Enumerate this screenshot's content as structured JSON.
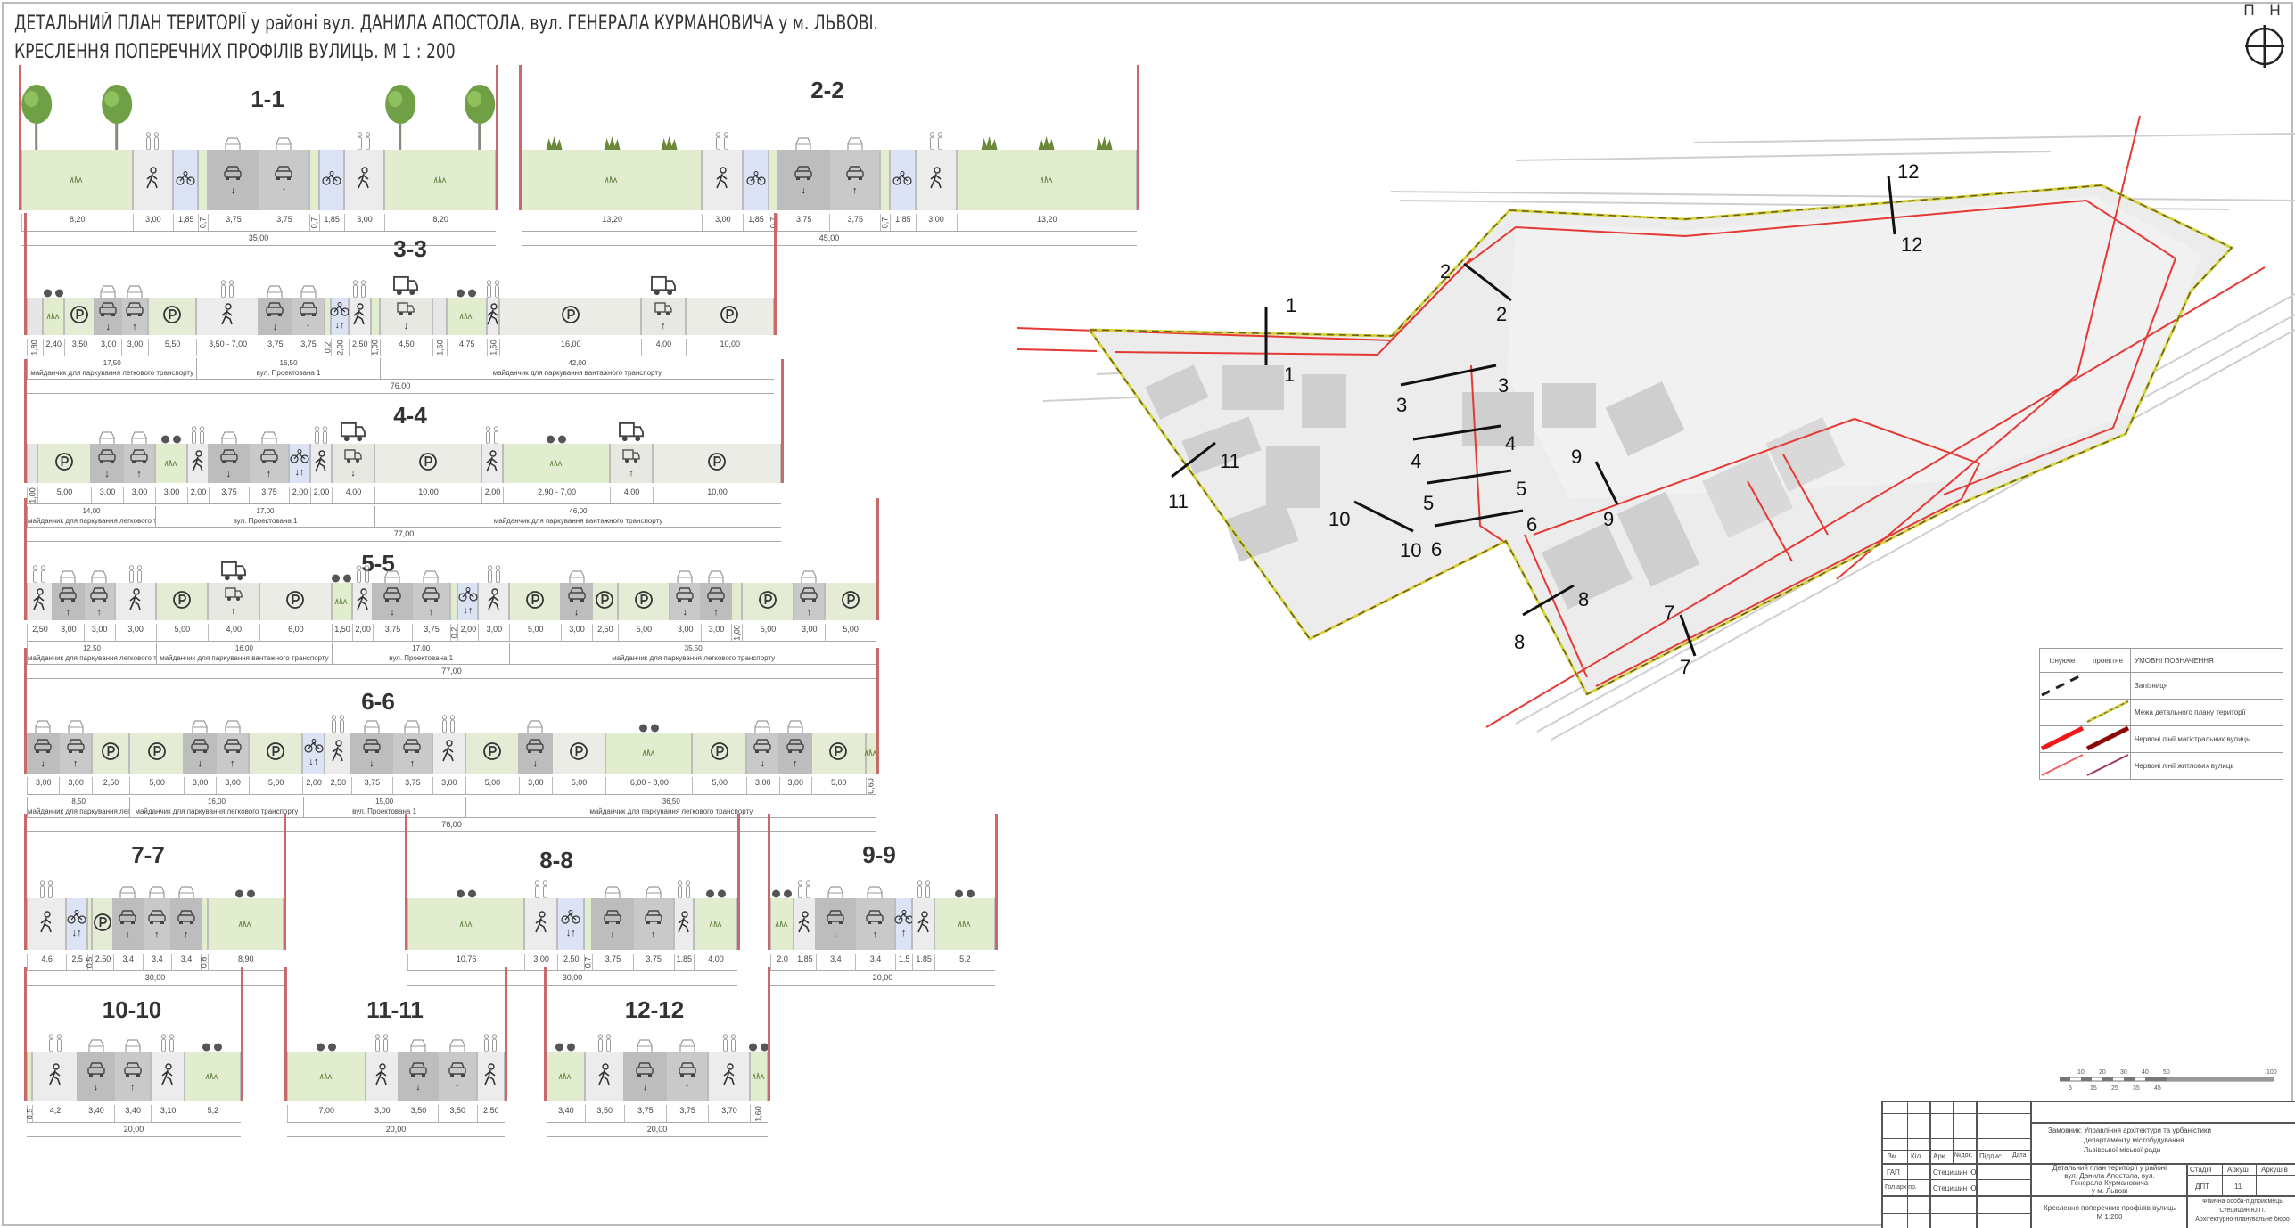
{
  "header": {
    "title_line1": "ДЕТАЛЬНИЙ ПЛАН ТЕРИТОРІЇ у районі вул. ДАНИЛА АПОСТОЛА, вул. ГЕНЕРАЛА КУРМАНОВИЧА у м. ЛЬВОВІ.",
    "title_line2": "КРЕСЛЕННЯ ПОПЕРЕЧНИХ ПРОФІЛІВ ВУЛИЦЬ. М 1 : 200",
    "north_label": "П Н"
  },
  "colors": {
    "green": "#e2edcf",
    "walk": "#ececec",
    "bike": "#dbe3f4",
    "car": "#bdbdbd",
    "red_line": "#e53935",
    "boundary": "#d4d43a"
  },
  "profiles": [
    {
      "title": "1-1",
      "total": "35,00",
      "decor": "trees",
      "segments": [
        {
          "type": "green",
          "w": 8.2,
          "label": "8,20"
        },
        {
          "type": "walk",
          "w": 3,
          "label": "3,00"
        },
        {
          "type": "bike",
          "w": 1.85,
          "label": "1,85"
        },
        {
          "type": "buf",
          "w": 0.7,
          "label": "0,7"
        },
        {
          "type": "car",
          "w": 3.75,
          "label": "3,75",
          "dir": "down"
        },
        {
          "type": "car",
          "w": 3.75,
          "label": "3,75",
          "dir": "up"
        },
        {
          "type": "buf",
          "w": 0.7,
          "label": "0,7"
        },
        {
          "type": "bike",
          "w": 1.85,
          "label": "1,85"
        },
        {
          "type": "walk",
          "w": 3,
          "label": "3,00"
        },
        {
          "type": "green",
          "w": 8.2,
          "label": "8,20"
        }
      ]
    },
    {
      "title": "2-2",
      "total": "45,00",
      "decor": "shrubs",
      "segments": [
        {
          "type": "green",
          "w": 13.2,
          "label": "13,20"
        },
        {
          "type": "walk",
          "w": 3,
          "label": "3,00"
        },
        {
          "type": "bike",
          "w": 1.85,
          "label": "1,85"
        },
        {
          "type": "buf",
          "w": 0.7,
          "label": "0,7"
        },
        {
          "type": "car",
          "w": 3.75,
          "label": "3,75",
          "dir": "down"
        },
        {
          "type": "car",
          "w": 3.75,
          "label": "3,75",
          "dir": "up"
        },
        {
          "type": "buf",
          "w": 0.7,
          "label": "0,7"
        },
        {
          "type": "bike",
          "w": 1.85,
          "label": "1,85"
        },
        {
          "type": "walk",
          "w": 3,
          "label": "3,00"
        },
        {
          "type": "green",
          "w": 13.2,
          "label": "13,20"
        }
      ]
    },
    {
      "title": "3-3",
      "total": "76,00",
      "segments": [
        {
          "type": "gray",
          "w": 1.8,
          "label": "1,80"
        },
        {
          "type": "green",
          "w": 2.4,
          "label": "2,40"
        },
        {
          "type": "park",
          "w": 3.5,
          "label": "3,50"
        },
        {
          "type": "car",
          "w": 3,
          "label": "3,00",
          "dir": "down"
        },
        {
          "type": "car",
          "w": 3,
          "label": "3,00",
          "dir": "up"
        },
        {
          "type": "park",
          "w": 5.5,
          "label": "5,50"
        },
        {
          "type": "walk",
          "w": 7,
          "label": "3,50 - 7,00"
        },
        {
          "type": "car",
          "w": 3.75,
          "label": "3,75",
          "dir": "down"
        },
        {
          "type": "car",
          "w": 3.75,
          "label": "3,75",
          "dir": "up"
        },
        {
          "type": "buf",
          "w": 0.7,
          "label": "0,2"
        },
        {
          "type": "bike",
          "w": 2,
          "label": "2,00",
          "dir": "both"
        },
        {
          "type": "walk",
          "w": 2.5,
          "label": "2,50"
        },
        {
          "type": "buf",
          "w": 1,
          "label": "1,00"
        },
        {
          "type": "truck",
          "w": 6,
          "label": "4,50",
          "dir": "down"
        },
        {
          "type": "gray",
          "w": 1.6,
          "label": "1,60"
        },
        {
          "type": "green",
          "w": 4.5,
          "label": "4,75"
        },
        {
          "type": "walk",
          "w": 1.5,
          "label": "1,50"
        },
        {
          "type": "parkg",
          "w": 16,
          "label": "16,00"
        },
        {
          "type": "truck",
          "w": 5,
          "label": "4,00",
          "dir": "up"
        },
        {
          "type": "parkg",
          "w": 10,
          "label": "10,00"
        }
      ],
      "groups": [
        {
          "span": 6,
          "value": "17,50",
          "caption": "майданчик для паркування легкового транспорту"
        },
        {
          "span": 7,
          "value": "16,50",
          "caption": "вул. Проектована 1"
        },
        {
          "span": 7,
          "value": "42,00",
          "caption": "майданчик для паркування вантажного транспорту"
        }
      ]
    },
    {
      "title": "4-4",
      "total": "77,00",
      "segments": [
        {
          "type": "gray",
          "w": 1,
          "label": "1,00"
        },
        {
          "type": "park",
          "w": 5,
          "label": "5,00"
        },
        {
          "type": "car",
          "w": 3,
          "label": "3,00",
          "dir": "down"
        },
        {
          "type": "car",
          "w": 3,
          "label": "3,00",
          "dir": "up"
        },
        {
          "type": "green",
          "w": 3,
          "label": "3,00"
        },
        {
          "type": "walk",
          "w": 2,
          "label": "2,00"
        },
        {
          "type": "car",
          "w": 3.75,
          "label": "3,75",
          "dir": "down"
        },
        {
          "type": "car",
          "w": 3.75,
          "label": "3,75",
          "dir": "up"
        },
        {
          "type": "bike",
          "w": 2,
          "label": "2,00",
          "dir": "both"
        },
        {
          "type": "walk",
          "w": 2,
          "label": "2,00"
        },
        {
          "type": "truck",
          "w": 4,
          "label": "4,00",
          "dir": "down"
        },
        {
          "type": "parkg",
          "w": 10,
          "label": "10,00"
        },
        {
          "type": "walk",
          "w": 2,
          "label": "2,00"
        },
        {
          "type": "green",
          "w": 10,
          "label": "2,90 - 7,00"
        },
        {
          "type": "truck",
          "w": 4,
          "label": "4,00",
          "dir": "up"
        },
        {
          "type": "parkg",
          "w": 12,
          "label": "10,00"
        }
      ],
      "groups": [
        {
          "span": 4,
          "value": "14,00",
          "caption": "майданчик для паркування легкового транспорту"
        },
        {
          "span": 7,
          "value": "17,00",
          "caption": "вул. Проектована 1"
        },
        {
          "span": 5,
          "value": "46,00",
          "caption": "майданчик для паркування вантажного транспорту"
        }
      ]
    },
    {
      "title": "5-5",
      "total": "77,00",
      "segments": [
        {
          "type": "walk",
          "w": 2.5,
          "label": "2,50"
        },
        {
          "type": "car",
          "w": 3,
          "label": "3,00",
          "dir": "up"
        },
        {
          "type": "car",
          "w": 3,
          "label": "3,00",
          "dir": "up"
        },
        {
          "type": "walk",
          "w": 4,
          "label": "3,00"
        },
        {
          "type": "park",
          "w": 5,
          "label": "5,00"
        },
        {
          "type": "truck",
          "w": 5,
          "label": "4,00",
          "dir": "up"
        },
        {
          "type": "parkg",
          "w": 7,
          "label": "6,00"
        },
        {
          "type": "green",
          "w": 2,
          "label": "1,50"
        },
        {
          "type": "walk",
          "w": 2,
          "label": "2,00"
        },
        {
          "type": "car",
          "w": 3.75,
          "label": "3,75",
          "dir": "down"
        },
        {
          "type": "car",
          "w": 3.75,
          "label": "3,75",
          "dir": "up"
        },
        {
          "type": "buf",
          "w": 0.7,
          "label": "0,2"
        },
        {
          "type": "bike",
          "w": 2,
          "label": "2,00",
          "dir": "both"
        },
        {
          "type": "walk",
          "w": 3,
          "label": "3,00"
        },
        {
          "type": "park",
          "w": 5,
          "label": "5,00"
        },
        {
          "type": "car",
          "w": 3,
          "label": "3,00",
          "dir": "down"
        },
        {
          "type": "park",
          "w": 2.5,
          "label": "2,50"
        },
        {
          "type": "park",
          "w": 5,
          "label": "5,00"
        },
        {
          "type": "car",
          "w": 3,
          "label": "3,00",
          "dir": "down"
        },
        {
          "type": "car",
          "w": 3,
          "label": "3,00",
          "dir": "up"
        },
        {
          "type": "green",
          "w": 1,
          "label": "1,00"
        },
        {
          "type": "park",
          "w": 5,
          "label": "5,00"
        },
        {
          "type": "car",
          "w": 3,
          "label": "3,00",
          "dir": "up"
        },
        {
          "type": "park",
          "w": 5,
          "label": "5,00"
        }
      ],
      "groups": [
        {
          "span": 4,
          "value": "12,50",
          "caption": "майданчик для паркування легкового транспорту"
        },
        {
          "span": 3,
          "value": "16,00",
          "caption": "майданчик для паркування вантажного транспорту"
        },
        {
          "span": 7,
          "value": "17,00",
          "caption": "вул. Проектована 1"
        },
        {
          "span": 10,
          "value": "35,50",
          "caption": "майданчик для паркування легкового транспорту"
        }
      ]
    },
    {
      "title": "6-6",
      "total": "76,00",
      "segments": [
        {
          "type": "car",
          "w": 3,
          "label": "3,00",
          "dir": "down"
        },
        {
          "type": "car",
          "w": 3,
          "label": "3,00",
          "dir": "up"
        },
        {
          "type": "park",
          "w": 3.5,
          "label": "2,50"
        },
        {
          "type": "park",
          "w": 5,
          "label": "5,00"
        },
        {
          "type": "car",
          "w": 3,
          "label": "3,00",
          "dir": "down"
        },
        {
          "type": "car",
          "w": 3,
          "label": "3,00",
          "dir": "up"
        },
        {
          "type": "park",
          "w": 5,
          "label": "5,00"
        },
        {
          "type": "bike",
          "w": 2,
          "label": "2,00",
          "dir": "both"
        },
        {
          "type": "walk",
          "w": 2.5,
          "label": "2,50"
        },
        {
          "type": "car",
          "w": 3.75,
          "label": "3,75",
          "dir": "down"
        },
        {
          "type": "car",
          "w": 3.75,
          "label": "3,75",
          "dir": "up"
        },
        {
          "type": "walk",
          "w": 3,
          "label": "3,00"
        },
        {
          "type": "park",
          "w": 5,
          "label": "5,00"
        },
        {
          "type": "car",
          "w": 3,
          "label": "3,00",
          "dir": "down"
        },
        {
          "type": "parkg",
          "w": 5,
          "label": "5,00"
        },
        {
          "type": "green",
          "w": 8,
          "label": "6,00 - 8,00"
        },
        {
          "type": "park",
          "w": 5,
          "label": "5,00"
        },
        {
          "type": "car",
          "w": 3,
          "label": "3,00",
          "dir": "down"
        },
        {
          "type": "car",
          "w": 3,
          "label": "3,00",
          "dir": "up"
        },
        {
          "type": "park",
          "w": 5,
          "label": "5,00"
        },
        {
          "type": "green",
          "w": 1,
          "label": "0,60"
        }
      ],
      "groups": [
        {
          "span": 3,
          "value": "8,50",
          "caption": "майданчик для паркування легкового транспорту"
        },
        {
          "span": 4,
          "value": "16,00",
          "caption": "майданчик для паркування легкового транспорту"
        },
        {
          "span": 5,
          "value": "15,00",
          "caption": "вул. Проектована 1"
        },
        {
          "span": 9,
          "value": "36,50",
          "caption": "майданчик для паркування легкового транспорту"
        }
      ]
    },
    {
      "title": "7-7",
      "total": "30,00",
      "segments": [
        {
          "type": "walk",
          "w": 4.6,
          "label": "4,6"
        },
        {
          "type": "bike",
          "w": 2.5,
          "label": "2,5",
          "dir": "both"
        },
        {
          "type": "buf",
          "w": 0.5,
          "label": "0,5"
        },
        {
          "type": "park",
          "w": 2.5,
          "label": "2,50"
        },
        {
          "type": "car",
          "w": 3.4,
          "label": "3,4",
          "dir": "down"
        },
        {
          "type": "car",
          "w": 3.4,
          "label": "3,4",
          "dir": "up"
        },
        {
          "type": "car",
          "w": 3.4,
          "label": "3,4",
          "dir": "up"
        },
        {
          "type": "buf",
          "w": 0.8,
          "label": "0,8"
        },
        {
          "type": "green",
          "w": 8.9,
          "label": "8,90"
        }
      ]
    },
    {
      "title": "8-8",
      "total": "30,00",
      "segments": [
        {
          "type": "green",
          "w": 10.76,
          "label": "10,76"
        },
        {
          "type": "walk",
          "w": 3,
          "label": "3,00"
        },
        {
          "type": "bike",
          "w": 2.5,
          "label": "2,50",
          "dir": "both"
        },
        {
          "type": "buf",
          "w": 0.7,
          "label": "0,7"
        },
        {
          "type": "car",
          "w": 3.75,
          "label": "3,75",
          "dir": "down"
        },
        {
          "type": "car",
          "w": 3.75,
          "label": "3,75",
          "dir": "up"
        },
        {
          "type": "walk",
          "w": 1.85,
          "label": "1,85"
        },
        {
          "type": "green",
          "w": 4,
          "label": "4,00"
        }
      ]
    },
    {
      "title": "9-9",
      "total": "20,00",
      "segments": [
        {
          "type": "green",
          "w": 2,
          "label": "2,0"
        },
        {
          "type": "walk",
          "w": 1.85,
          "label": "1,85"
        },
        {
          "type": "car",
          "w": 3.4,
          "label": "3,4",
          "dir": "down"
        },
        {
          "type": "car",
          "w": 3.4,
          "label": "3,4",
          "dir": "up"
        },
        {
          "type": "bike",
          "w": 1.5,
          "label": "1,5",
          "dir": "up"
        },
        {
          "type": "walk",
          "w": 1.85,
          "label": "1,85"
        },
        {
          "type": "green",
          "w": 5.2,
          "label": "5,2"
        }
      ]
    },
    {
      "title": "10-10",
      "total": "20,00",
      "segments": [
        {
          "type": "buf",
          "w": 0.5,
          "label": "0,5"
        },
        {
          "type": "walk",
          "w": 4.2,
          "label": "4,2"
        },
        {
          "type": "car",
          "w": 3.4,
          "label": "3,40",
          "dir": "down"
        },
        {
          "type": "car",
          "w": 3.4,
          "label": "3,40",
          "dir": "up"
        },
        {
          "type": "walk",
          "w": 3.1,
          "label": "3,10"
        },
        {
          "type": "green",
          "w": 5.2,
          "label": "5,2"
        }
      ]
    },
    {
      "title": "11-11",
      "total": "20,00",
      "segments": [
        {
          "type": "green",
          "w": 7,
          "label": "7,00"
        },
        {
          "type": "walk",
          "w": 3,
          "label": "3,00"
        },
        {
          "type": "car",
          "w": 3.5,
          "label": "3,50",
          "dir": "down"
        },
        {
          "type": "car",
          "w": 3.5,
          "label": "3,50",
          "dir": "up"
        },
        {
          "type": "walk",
          "w": 2.5,
          "label": "2,50"
        }
      ]
    },
    {
      "title": "12-12",
      "total": "20,00",
      "segments": [
        {
          "type": "green",
          "w": 3.4,
          "label": "3,40"
        },
        {
          "type": "walk",
          "w": 3.5,
          "label": "3,50"
        },
        {
          "type": "car",
          "w": 3.75,
          "label": "3,75",
          "dir": "down"
        },
        {
          "type": "car",
          "w": 3.75,
          "label": "3,75",
          "dir": "up"
        },
        {
          "type": "walk",
          "w": 3.7,
          "label": "3,70"
        },
        {
          "type": "green",
          "w": 1.6,
          "label": "1,60"
        }
      ]
    }
  ],
  "map": {
    "sections": [
      "1",
      "1",
      "2",
      "2",
      "3",
      "3",
      "4",
      "4",
      "5",
      "5",
      "6",
      "6",
      "7",
      "7",
      "8",
      "8",
      "9",
      "9",
      "10",
      "10",
      "11",
      "11",
      "12",
      "12"
    ]
  },
  "legend": {
    "col_existing": "існуюче",
    "col_proposed": "проектне",
    "heading": "УМОВНІ ПОЗНАЧЕННЯ",
    "rows": [
      "Залізниця",
      "Межа детального плану території",
      "Червоні лінії магістральних вулиць",
      "Червоні лінії житлових вулиць"
    ]
  },
  "scale_bar": {
    "top": [
      "10",
      "20",
      "30",
      "40",
      "50",
      "100"
    ],
    "bottom": [
      "5",
      "15",
      "25",
      "35",
      "45"
    ]
  },
  "title_block": {
    "client": [
      "Замовник: Управління архітектури та урбаністики",
      "департаменту містобудування",
      "Львівської міської ради"
    ],
    "cols": [
      "Зм.",
      "Кіл.",
      "Арк.",
      "№док.",
      "Підпис",
      "Дата"
    ],
    "role1": "ГАП",
    "name1": "Стецишин Ю.",
    "role2": "Гол.арх.пр.",
    "name2": "Стецишин Ю.",
    "project": [
      "Детальний план території у районі",
      "вул. Данила Апостола, вул.",
      "Генерала Курмановича",
      "у м. Львові"
    ],
    "stage_h": "Стадія",
    "sheet_h": "Аркуш",
    "sheets_h": "Аркушів",
    "stage": "ДПТ",
    "sheet": "11",
    "drawing": [
      "Креслення поперечних профілів вулиць",
      "М 1:200"
    ],
    "org": [
      "Фізична особа-підприємець",
      "Стецишин Ю.П.",
      "Архітектурно-планувальне бюро"
    ]
  }
}
